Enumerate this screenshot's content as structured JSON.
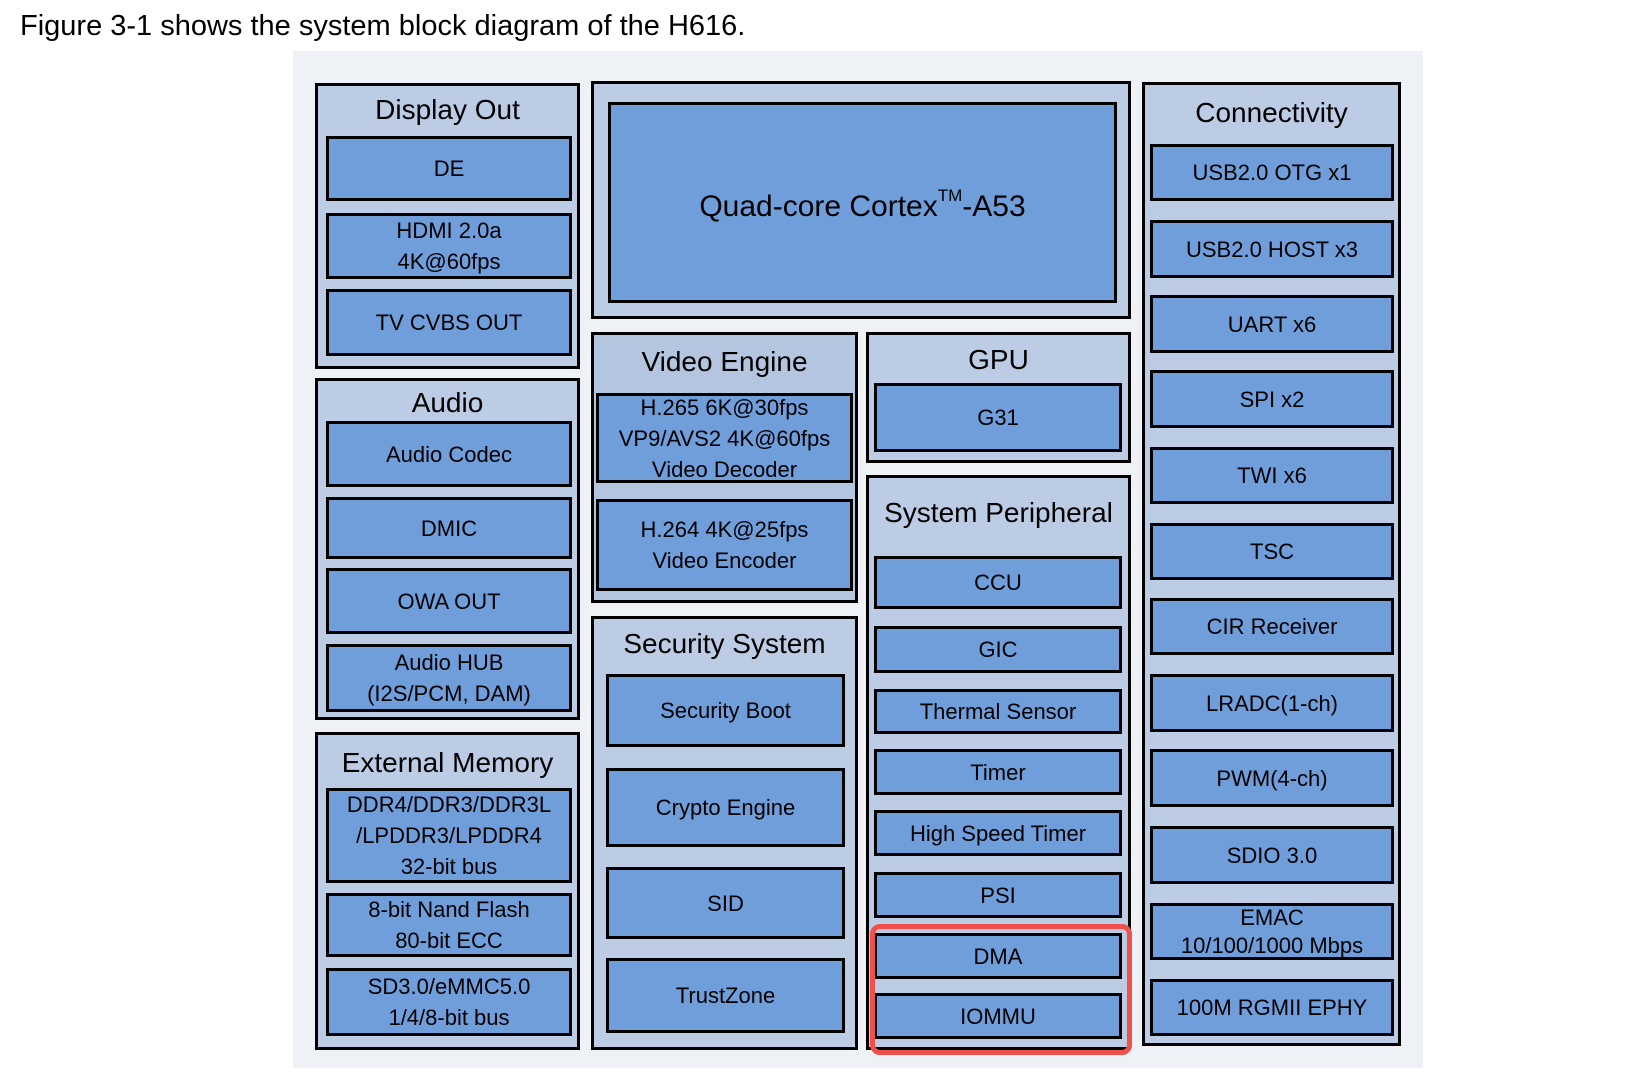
{
  "caption": "Figure 3-1 shows the system block diagram of the H616.",
  "colors": {
    "background": "#eef1f6",
    "group_fill": "#bccce4",
    "block_fill": "#6f9edb",
    "border": "#000000",
    "highlight": "#f0504c"
  },
  "diagram": {
    "display_out": {
      "title": "Display Out",
      "blocks": [
        "DE",
        "HDMI 2.0a\n4K@60fps",
        "TV CVBS OUT"
      ]
    },
    "audio": {
      "title": "Audio",
      "blocks": [
        "Audio Codec",
        "DMIC",
        "OWA OUT",
        "Audio HUB\n(I2S/PCM, DAM)"
      ]
    },
    "external_memory": {
      "title": "External Memory",
      "blocks": [
        "DDR4/DDR3/DDR3L\n/LPDDR3/LPDDR4\n32-bit bus",
        "8-bit Nand Flash\n80-bit ECC",
        "SD3.0/eMMC5.0\n1/4/8-bit bus"
      ]
    },
    "cpu": {
      "label_main": "Quad-core Cortex",
      "label_sup": "TM",
      "label_suffix": "-A53"
    },
    "video_engine": {
      "title": "Video Engine",
      "blocks": [
        "H.265 6K@30fps\nVP9/AVS2 4K@60fps\nVideo Decoder",
        "H.264 4K@25fps\nVideo Encoder"
      ]
    },
    "gpu": {
      "title": "GPU",
      "blocks": [
        "G31"
      ]
    },
    "security_system": {
      "title": "Security System",
      "blocks": [
        "Security Boot",
        "Crypto Engine",
        "SID",
        "TrustZone"
      ]
    },
    "system_peripheral": {
      "title": "System Peripheral",
      "blocks": [
        "CCU",
        "GIC",
        "Thermal Sensor",
        "Timer",
        "High Speed Timer",
        "PSI",
        "DMA",
        "IOMMU"
      ],
      "highlighted": [
        "DMA",
        "IOMMU"
      ]
    },
    "connectivity": {
      "title": "Connectivity",
      "blocks": [
        "USB2.0 OTG x1",
        "USB2.0 HOST x3",
        "UART x6",
        "SPI x2",
        "TWI x6",
        "TSC",
        "CIR Receiver",
        "LRADC(1-ch)",
        "PWM(4-ch)",
        "SDIO 3.0",
        "EMAC\n10/100/1000 Mbps",
        "100M RGMII EPHY"
      ]
    }
  }
}
